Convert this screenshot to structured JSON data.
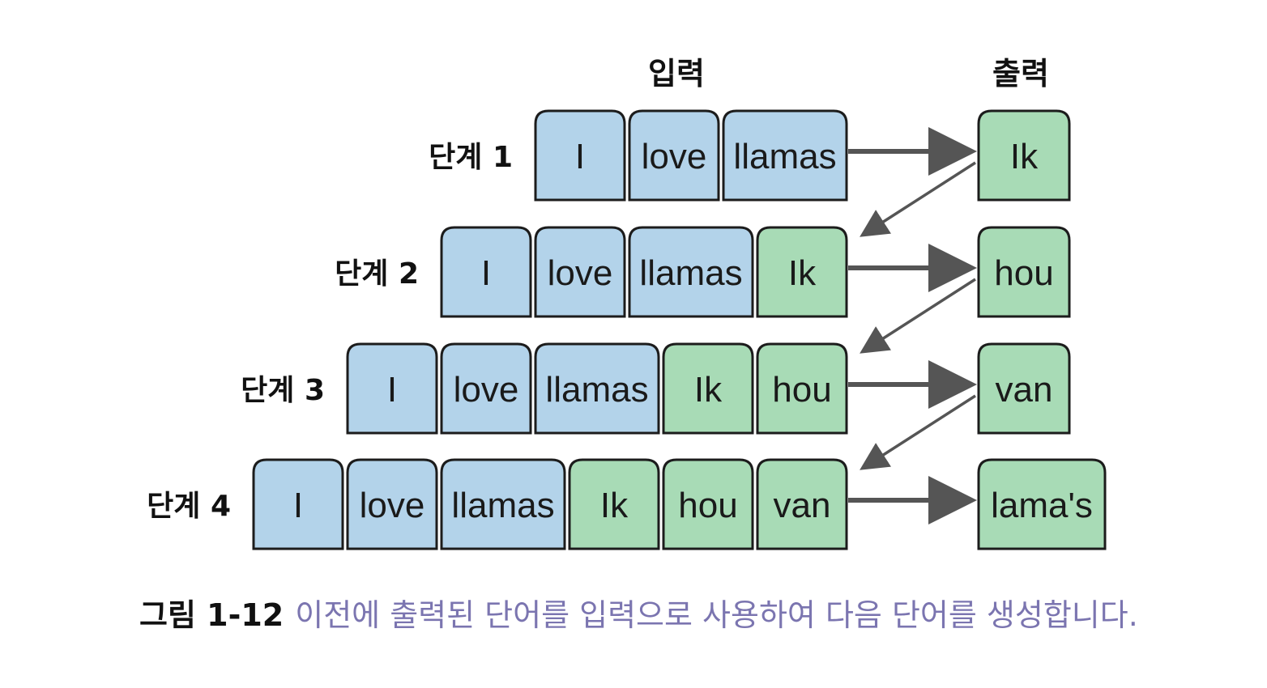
{
  "headers": {
    "input": "입력",
    "output": "출력"
  },
  "steps": [
    {
      "label": "단계 1",
      "input_tokens": [
        "I",
        "love",
        "llamas"
      ],
      "generated_tokens": [],
      "output_token": "Ik"
    },
    {
      "label": "단계 2",
      "input_tokens": [
        "I",
        "love",
        "llamas"
      ],
      "generated_tokens": [
        "Ik"
      ],
      "output_token": "hou"
    },
    {
      "label": "단계 3",
      "input_tokens": [
        "I",
        "love",
        "llamas"
      ],
      "generated_tokens": [
        "Ik",
        "hou"
      ],
      "output_token": "van"
    },
    {
      "label": "단계 4",
      "input_tokens": [
        "I",
        "love",
        "llamas"
      ],
      "generated_tokens": [
        "Ik",
        "hou",
        "van"
      ],
      "output_token": "lama's"
    }
  ],
  "caption": {
    "figure_number": "그림 1-12",
    "text": "이전에 출력된 단어를 입력으로 사용하여 다음 단어를 생성합니다."
  },
  "colors": {
    "input_token_fill": "#b3d3ea",
    "generated_token_fill": "#a8dbb6",
    "border": "#1c1c1c",
    "arrow": "#555555",
    "caption_text": "#7b75b0"
  }
}
